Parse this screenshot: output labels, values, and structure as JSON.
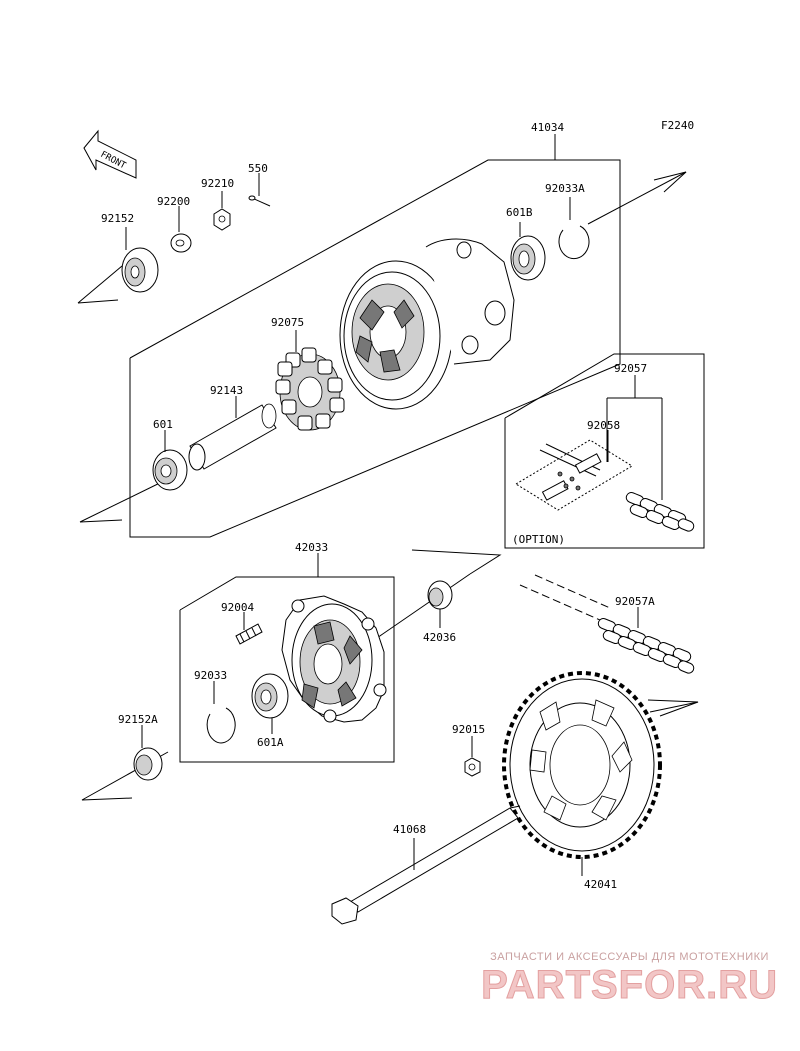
{
  "figure_code": "F2240",
  "front_label": "FRONT",
  "option_label": "(OPTION)",
  "parts": {
    "p41034": "41034",
    "p92152": "92152",
    "p92200": "92200",
    "p92210": "92210",
    "p550": "550",
    "p601B": "601B",
    "p92033A": "92033A",
    "p92075": "92075",
    "p92143": "92143",
    "p601": "601",
    "p92057": "92057",
    "p92058": "92058",
    "p42033": "42033",
    "p92004": "92004",
    "p42036": "42036",
    "p92033": "92033",
    "p92152A": "92152A",
    "p601A": "601A",
    "p92057A": "92057A",
    "p92015": "92015",
    "p41068": "41068",
    "p42041": "42041"
  },
  "watermark": {
    "line": "ЗАПЧАСТИ И АКСЕССУАРЫ ДЛЯ МОТОТЕХНИКИ",
    "logo": "PARTSFOR.RU"
  }
}
